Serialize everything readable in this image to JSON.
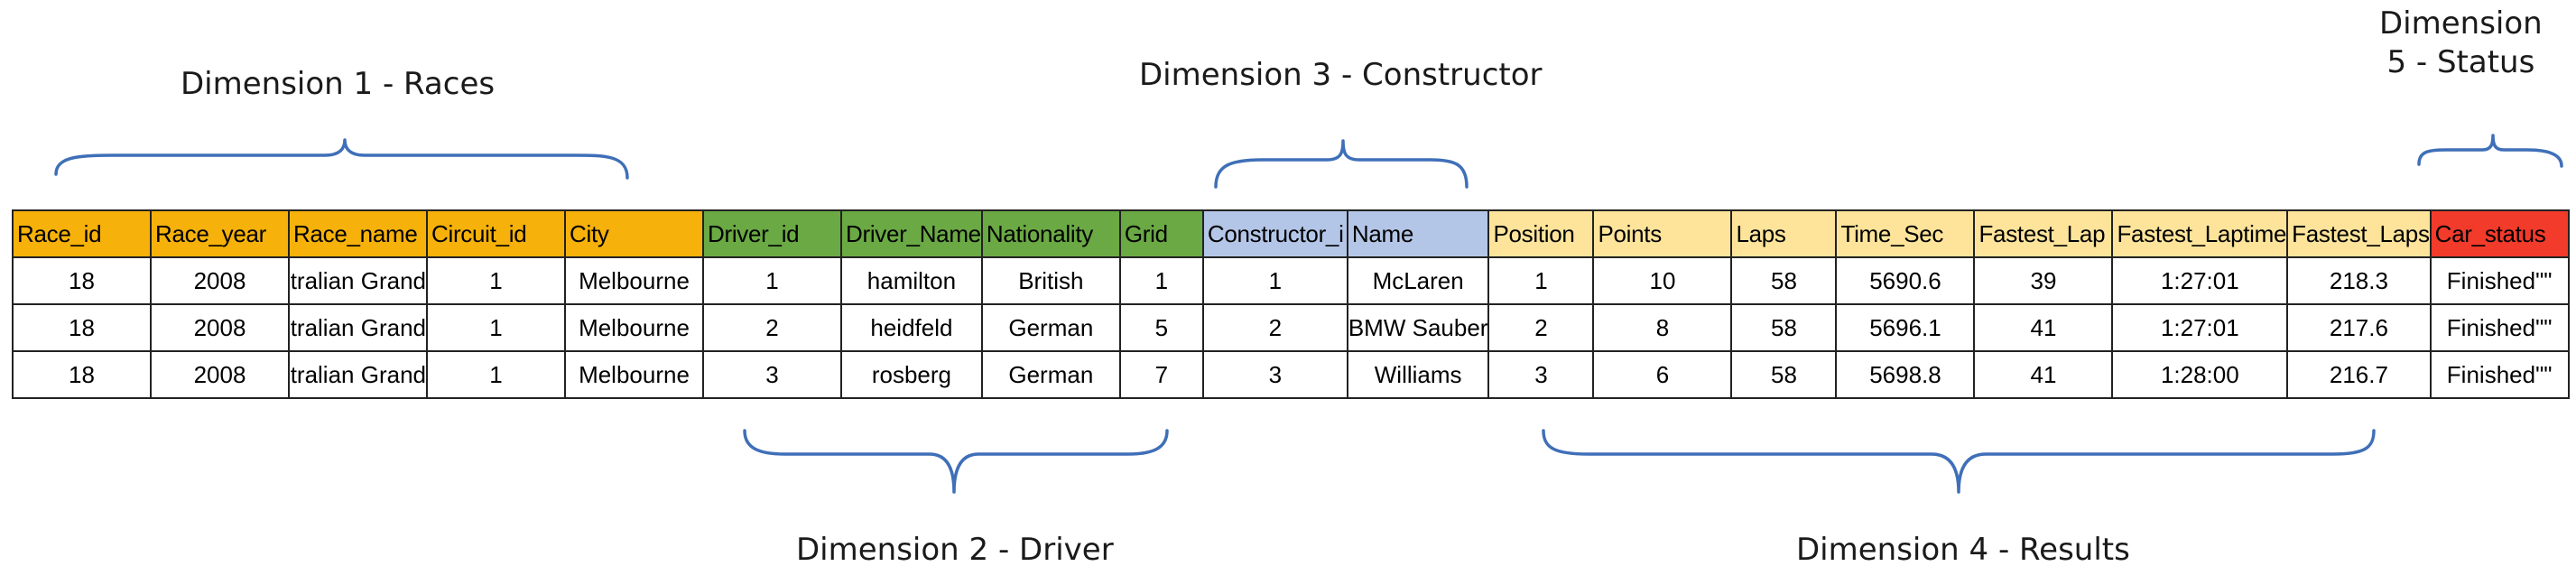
{
  "dimensions": {
    "races": "Dimension 1 - Races",
    "driver": "Dimension 2 - Driver",
    "constructor": "Dimension 3 - Constructor",
    "results": "Dimension 4 - Results",
    "status_line1": "Dimension",
    "status_line2": "5 - Status"
  },
  "colors": {
    "races": "#f6b10a",
    "driver": "#6aa944",
    "constructor": "#b4c6e7",
    "results": "#fde49a",
    "status": "#f23b2b",
    "brace": "#3f6fb8"
  },
  "table": {
    "headers": [
      "Race_id",
      "Race_year",
      "Race_name",
      "Circuit_id",
      "City",
      "Driver_id",
      "Driver_Name",
      "Nationality",
      "Grid",
      "Constructor_i",
      "Name",
      "Position",
      "Points",
      "Laps",
      "Time_Sec",
      "Fastest_Lap",
      "Fastest_Laptime",
      "Fastest_Laps",
      "Car_status"
    ],
    "rows": [
      [
        "18",
        "2008",
        "tralian Grand",
        "1",
        "Melbourne",
        "1",
        "hamilton",
        "British",
        "1",
        "1",
        "McLaren",
        "1",
        "10",
        "58",
        "5690.6",
        "39",
        "1:27:01",
        "218.3",
        "Finished\"\""
      ],
      [
        "18",
        "2008",
        "tralian Grand",
        "1",
        "Melbourne",
        "2",
        "heidfeld",
        "German",
        "5",
        "2",
        "BMW Sauber",
        "2",
        "8",
        "58",
        "5696.1",
        "41",
        "1:27:01",
        "217.6",
        "Finished\"\""
      ],
      [
        "18",
        "2008",
        "tralian Grand",
        "1",
        "Melbourne",
        "3",
        "rosberg",
        "German",
        "7",
        "3",
        "Williams",
        "3",
        "6",
        "58",
        "5698.8",
        "41",
        "1:28:00",
        "216.7",
        "Finished\"\""
      ]
    ]
  }
}
